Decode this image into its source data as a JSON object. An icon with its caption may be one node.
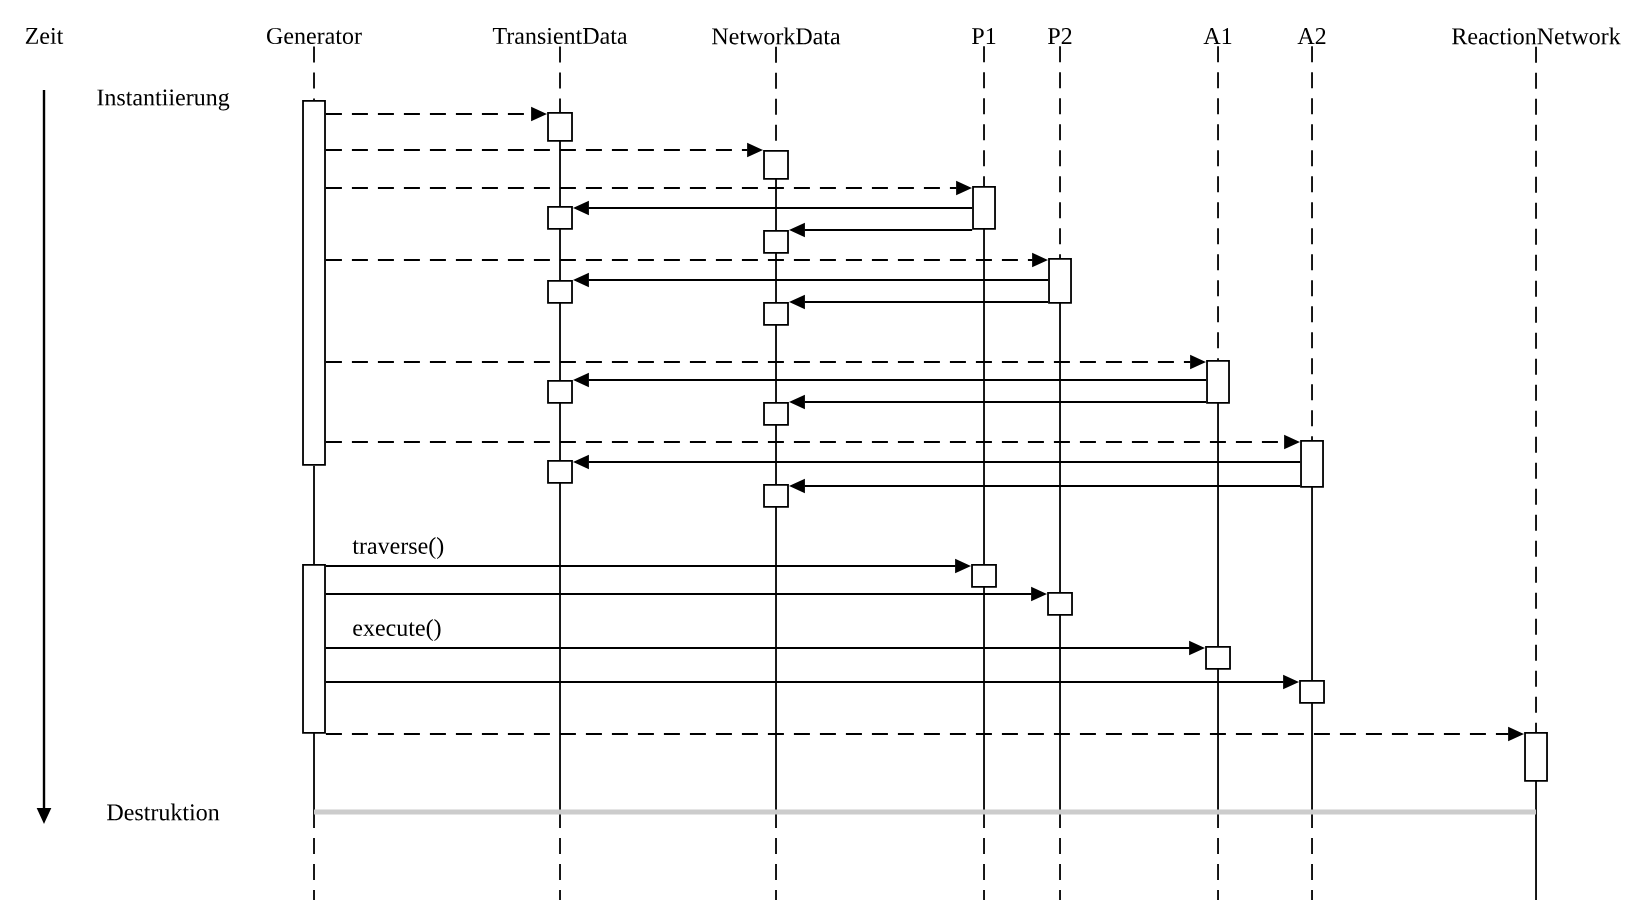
{
  "diagram": {
    "nodes": [
      {
        "text": [
          "Generator"
        ]
      },
      {
        "text": [
          "TransientData"
        ]
      },
      {
        "text": [
          "NetworkData"
        ]
      },
      {
        "text": [
          "P1"
        ]
      },
      {
        "text": [
          "P2"
        ]
      },
      {
        "text": [
          "A1"
        ]
      },
      {
        "text": [
          "A2"
        ]
      },
      {
        "text": [
          "ReactionNetwork"
        ]
      },
      {
        "text": [],
        "shape": "box"
      },
      {
        "text": [],
        "shape": "box"
      },
      {
        "text": [],
        "shape": "box"
      },
      {
        "text": [],
        "shape": "box"
      },
      {
        "text": [],
        "shape": "box"
      },
      {
        "text": [],
        "shape": "box"
      },
      {
        "text": [],
        "shape": "box"
      },
      {
        "text": [],
        "shape": "box"
      },
      {
        "text": [],
        "shape": "box"
      },
      {
        "text": [],
        "shape": "box"
      },
      {
        "text": [],
        "shape": "box"
      },
      {
        "text": [],
        "shape": "box"
      },
      {
        "text": [],
        "shape": "box"
      },
      {
        "text": [],
        "shape": "box"
      },
      {
        "text": [],
        "shape": "box"
      },
      {
        "text": [],
        "shape": "box"
      },
      {
        "text": [],
        "shape": "box"
      },
      {
        "text": [],
        "shape": "box"
      },
      {
        "text": [],
        "shape": "box"
      },
      {
        "text": [],
        "shape": "box"
      },
      {
        "text": [],
        "shape": "box"
      }
    ],
    "edges": [
      {
        "from": 0,
        "to": 8,
        "arrow": "none",
        "style": "dashed"
      },
      {
        "from": 1,
        "to": 9,
        "arrow": "none",
        "style": "dashed"
      },
      {
        "from": 2,
        "to": 10,
        "arrow": "none",
        "style": "dashed"
      },
      {
        "from": 3,
        "to": 11,
        "arrow": "none",
        "style": "dashed"
      },
      {
        "from": 4,
        "to": 14,
        "arrow": "none",
        "style": "dashed"
      },
      {
        "from": 5,
        "to": 17,
        "arrow": "none",
        "style": "dashed"
      },
      {
        "from": 6,
        "to": 20,
        "arrow": "none",
        "style": "dashed"
      },
      {
        "from": 7,
        "to": 28,
        "arrow": "none",
        "style": "dashed"
      },
      {
        "from": 8,
        "to": 9,
        "arrow": "to",
        "style": "dashed"
      },
      {
        "from": 8,
        "to": 10,
        "arrow": "to",
        "style": "dashed"
      },
      {
        "from": 8,
        "to": 11,
        "arrow": "to",
        "style": "dashed"
      },
      {
        "from": 11,
        "to": 12,
        "arrow": "to"
      },
      {
        "from": 11,
        "to": 13,
        "arrow": "to"
      },
      {
        "from": 8,
        "to": 14,
        "arrow": "to",
        "style": "dashed"
      },
      {
        "from": 14,
        "to": 15,
        "arrow": "to"
      },
      {
        "from": 14,
        "to": 16,
        "arrow": "to"
      },
      {
        "from": 8,
        "to": 17,
        "arrow": "to",
        "style": "dashed"
      },
      {
        "from": 17,
        "to": 18,
        "arrow": "to"
      },
      {
        "from": 17,
        "to": 19,
        "arrow": "to"
      },
      {
        "from": 8,
        "to": 20,
        "arrow": "to",
        "style": "dashed"
      },
      {
        "from": 20,
        "to": 21,
        "arrow": "to"
      },
      {
        "from": 20,
        "to": 22,
        "arrow": "to"
      },
      {
        "from": 8,
        "to": 23,
        "arrow": "none"
      },
      {
        "from": 23,
        "to": 24,
        "arrow": "to",
        "label": "traverse()"
      },
      {
        "from": 23,
        "to": 25,
        "arrow": "to"
      },
      {
        "from": 23,
        "to": 26,
        "arrow": "to",
        "label": "execute()"
      },
      {
        "from": 23,
        "to": 27,
        "arrow": "to"
      },
      {
        "from": 23,
        "to": 28,
        "arrow": "to",
        "style": "dashed"
      }
    ],
    "labels": [
      "Zeit",
      "Instantiierung",
      "Destruktion"
    ]
  }
}
